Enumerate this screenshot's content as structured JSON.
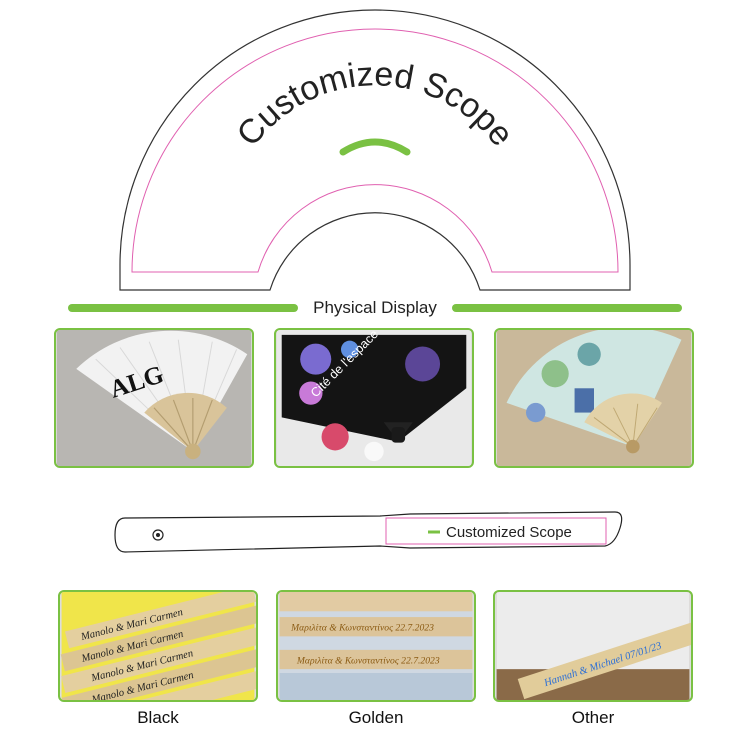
{
  "fan_diagram": {
    "title": "Customized Scope",
    "accent": "#7ac143",
    "outline_pink": "#e060b0"
  },
  "physical_display": {
    "label": "Physical Display",
    "photos": [
      {
        "name": "white-fan-logo-print",
        "logo_text": "ALG"
      },
      {
        "name": "black-fan-space-print",
        "print_text": "Cité de l'espace"
      },
      {
        "name": "scenic-fan-print"
      }
    ]
  },
  "stick": {
    "label": "Customized Scope"
  },
  "engraving_options": [
    {
      "caption": "Black",
      "engraving": "Manolo & Mari Carmen"
    },
    {
      "caption": "Golden",
      "engraving": "Μαριλίτα & Κωνσταντίνος 22.7.2023"
    },
    {
      "caption": "Other",
      "engraving": "Hannah & Michael 07/01/23"
    }
  ]
}
